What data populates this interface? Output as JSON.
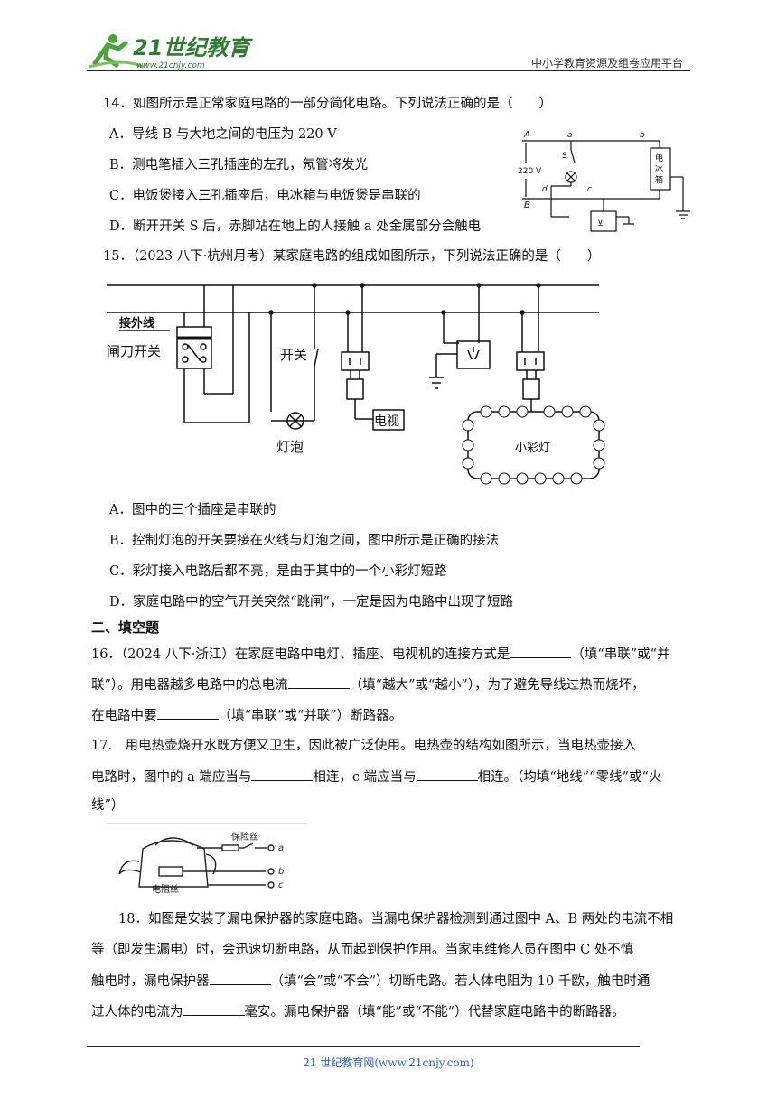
{
  "header": {
    "logo_text": "21世纪教育",
    "logo_url_text": "www.21cnjy.com",
    "tagline": "中小学教育资源及组卷应用平台"
  },
  "q14": {
    "stem": "14．如图所示是正常家庭电路的一部分简化电路。下列说法正确的是（　　）",
    "options": [
      "A．导线 B 与大地之间的电压为 220 V",
      "B．测电笔插入三孔插座的左孔，氖管将发光",
      "C．电饭煲接入三孔插座后，电冰箱与电饭煲是串联的",
      "D．断开开关 S 后，赤脚站在地上的人接触 a 处金属部分会触电"
    ],
    "figure": {
      "A": "A",
      "B": "B",
      "voltage": "220 V",
      "a": "a",
      "b": "b",
      "c": "c",
      "d": "d",
      "S": "S",
      "fridge": [
        "电",
        "冰",
        "箱"
      ]
    }
  },
  "q15": {
    "stem": "15．（2023 八下·杭州月考）某家庭电路的组成如图所示，下列说法正确的是（　　）",
    "options": [
      "A．图中的三个插座是串联的",
      "B．控制灯泡的开关要接在火线与灯泡之间，图中所示是正确的接法",
      "C．彩灯接入电路后都不亮，是由于其中的一个小彩灯短路",
      "D．家庭电路中的空气开关突然“跳闸”，一定是因为电路中出现了短路"
    ],
    "figure": {
      "incoming": "接外线",
      "knife_switch": "闸刀开关",
      "switch": "开关",
      "bulb": "灯泡",
      "tv": "电视",
      "string_lights": "小彩灯"
    }
  },
  "section2": {
    "title": "二、填空题"
  },
  "q16": {
    "l1_a": "16．（2024 八下·浙江）在家庭电路中电灯、插座、电视机的连接方式是",
    "l1_b": "（填“串联”或“并",
    "l2_a": "联”）。用电器越多电路中的总电流",
    "l2_b": "（填“越大”或“越小”），为了避免导线过热而烧坏，",
    "l3_a": "在电路中要",
    "l3_b": "（填“串联”或“并联”）断路器。"
  },
  "q17": {
    "l1": "17.　用电热壶烧开水既方便又卫生，因此被广泛使用。电热壶的结构如图所示，当电热壶接入",
    "l2_a": "电路时，图中的 a 端应当与",
    "l2_b": "相连，c 端应当与",
    "l2_c": "相连。（均填“地线”“零线”或“火",
    "l3": "线”）",
    "figure": {
      "fuse": "保险丝",
      "heater": "电阻丝",
      "a": "a",
      "b": "b",
      "c": "c"
    }
  },
  "q18": {
    "l1": "18．如图是安装了漏电保护器的家庭电路。当漏电保护器检测到通过图中 A、B 两处的电流不相",
    "l2": "等（即发生漏电）时，会迅速切断电路，从而起到保护作用。当家电维修人员在图中 C 处不慎",
    "l3_a": "触电时，漏电保护器",
    "l3_b": "（填“会”或“不会”）切断电路。若人体电阻为 10 千欧，触电时通",
    "l4_a": "过人体的电流为",
    "l4_b": "毫安。漏电保护器（填“能”或“不能”）代替家庭电路中的断路器。"
  },
  "footer": {
    "text": "21 世纪教育网(www.21cnjy.com)"
  }
}
